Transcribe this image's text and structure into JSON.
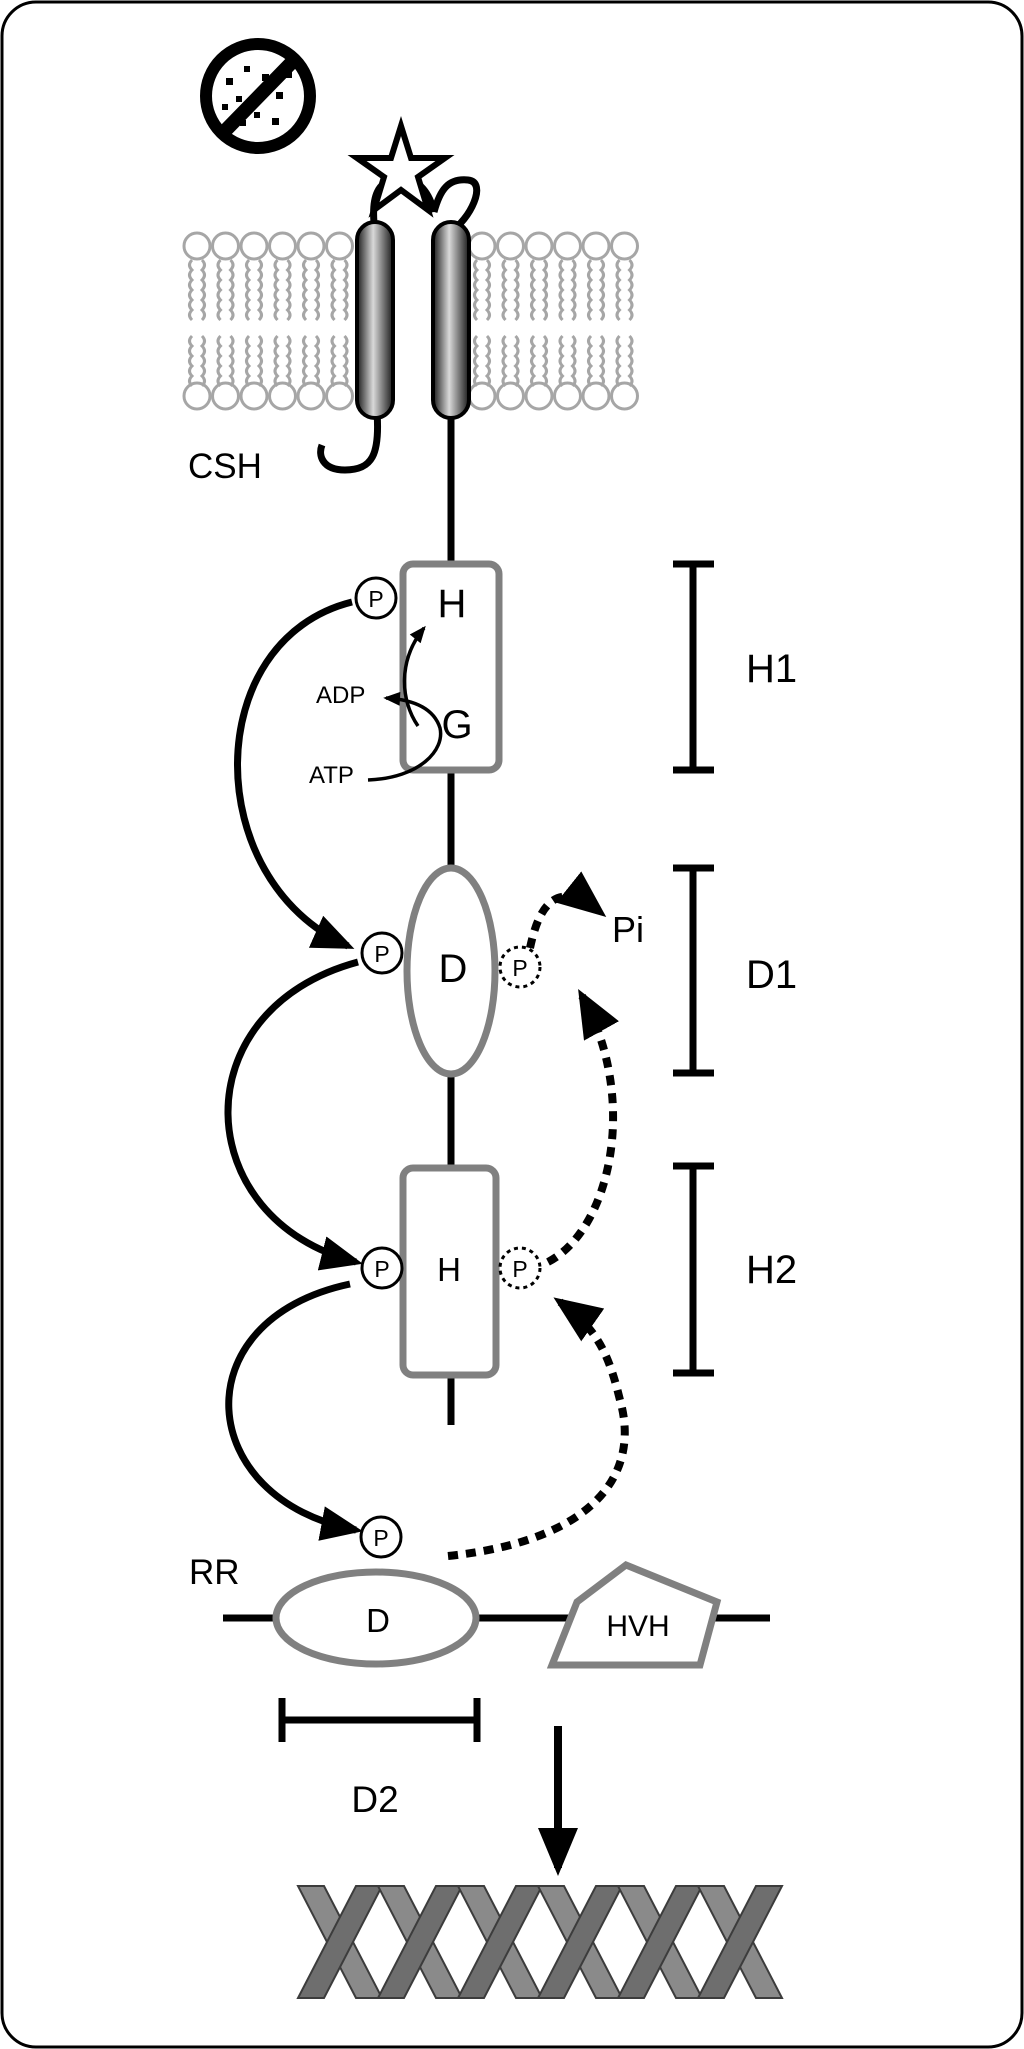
{
  "labels": {
    "csh": "CSH",
    "h1_domain": "H",
    "g_box": "G",
    "adp": "ADP",
    "atp": "ATP",
    "h1_bracket": "H1",
    "d1_domain": "D",
    "pi": "Pi",
    "d1_bracket": "D1",
    "h2_domain": "H",
    "h2_bracket": "H2",
    "rr": "RR",
    "d2_domain": "D",
    "hvh": "HVH",
    "d2_bracket": "D2",
    "phospho": "P"
  },
  "colors": {
    "ink": "#000000",
    "domain_outline": "#808080",
    "membrane": "#a6a6a6",
    "dna": "#7a7a7a"
  },
  "icons": {
    "ligand": "star-icon",
    "inhibitor": "no-bacteria-icon",
    "dna": "dna-helix-icon"
  }
}
